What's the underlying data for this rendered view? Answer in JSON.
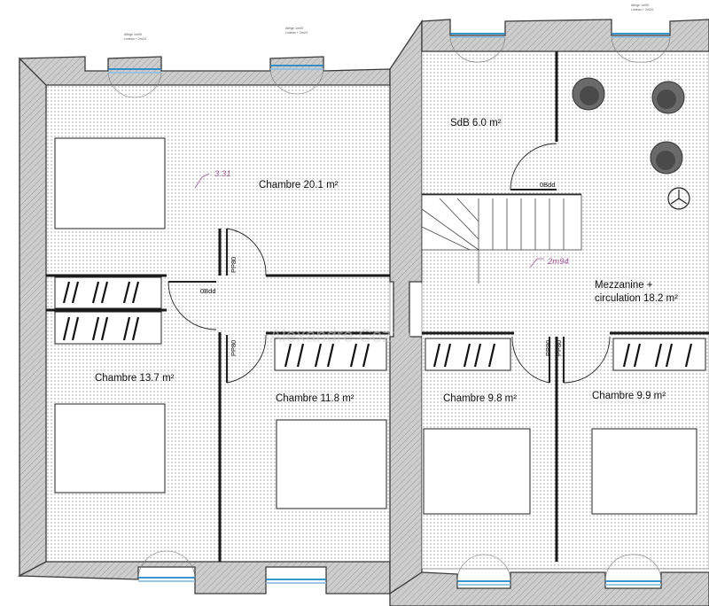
{
  "rooms": {
    "chambre_20": "Chambre 20.1 m²",
    "sdb": "SdB 6.0 m²",
    "mezz_line1": "Mezzanine +",
    "mezz_line2": "circulation 18.2 m²",
    "chambre_13": "Chambre 13.7 m²",
    "chambre_11": "Chambre 11.8 m²",
    "chambre_9_8": "Chambre 9.8 m²",
    "chambre_9_9": "Chambre 9.9 m²"
  },
  "door_tags": {
    "pp80": "PP80",
    "obdd": "0Bdd"
  },
  "heights": {
    "left": "3.31",
    "right": "2m94"
  },
  "window_notes": {
    "allege": "Allège 1m00",
    "linteau": "Linteau + 2m24"
  },
  "watermark": "Alexandre Cozzo",
  "colors": {
    "wall_fill": "#c9c9c9",
    "wall_stroke": "#3a3a3a",
    "glass": "#1f84c6",
    "height_text": "#a0559a"
  }
}
